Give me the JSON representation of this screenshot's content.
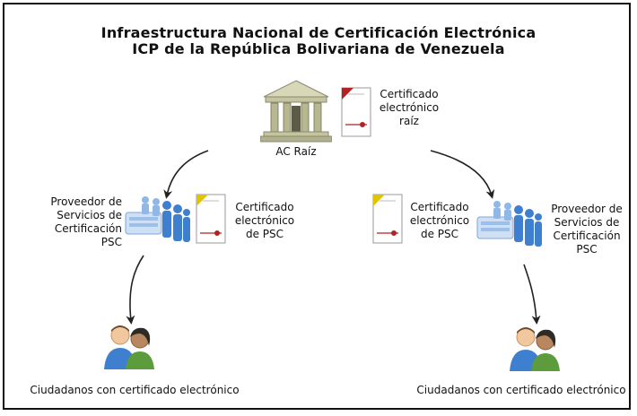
{
  "title": {
    "line1": "Infraestructura Nacional de Certificación Electrónica",
    "line2": "ICP de la República Bolivariana de Venezuela"
  },
  "root": {
    "name": "AC Raíz",
    "certificate": {
      "line1": "Certificado",
      "line2": "electrónico",
      "line3": "raíz"
    }
  },
  "psc_left": {
    "name": {
      "line1": "Proveedor de",
      "line2": "Servicios de",
      "line3": "Certificación",
      "line4": "PSC"
    },
    "certificate": {
      "line1": "Certificado",
      "line2": "electrónico",
      "line3": "de PSC"
    }
  },
  "psc_right": {
    "name": {
      "line1": "Proveedor de",
      "line2": "Servicios de",
      "line3": "Certificación",
      "line4": "PSC"
    },
    "certificate": {
      "line1": "Certificado",
      "line2": "electrónico",
      "line3": "de PSC"
    }
  },
  "citizens_left": {
    "label": "Ciudadanos con certificado electrónico"
  },
  "citizens_right": {
    "label": "Ciudadanos con certificado electrónico"
  },
  "icons": {
    "root": "bank-building-icon",
    "certificate": "certificate-document-icon",
    "psc": "server-with-users-icon",
    "citizens": "people-pair-icon"
  },
  "colors": {
    "building": "#c9c9a6",
    "certificate_root_seal": "#b22222",
    "certificate_psc_seal": "#e3c200",
    "server": "#9cc0ea",
    "people_blue": "#3f7fd0",
    "person_green": "#5c9c3c",
    "arrow": "#222222"
  }
}
